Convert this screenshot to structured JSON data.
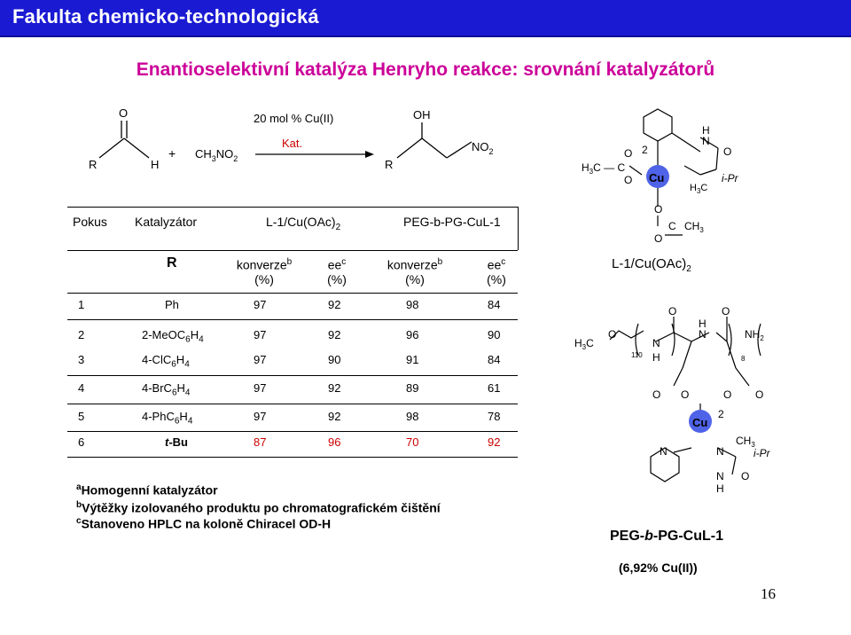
{
  "header": {
    "title": "Fakulta chemicko-technologická"
  },
  "slide": {
    "title": "Enantioselektivní katalýza Henryho reakce: srovnání katalyzátorů",
    "page_number": "16"
  },
  "scheme": {
    "condition_top": "20 mol % Cu(II)",
    "condition_bottom": "Kat.",
    "plus": "+",
    "nitromethane": "CH3NO2",
    "r1": "R",
    "h1": "H",
    "o1": "O",
    "r2": "R",
    "oh2": "OH",
    "no2": "NO2"
  },
  "table": {
    "group_headers": [
      "Pokus",
      "Katalyzátor",
      "L-1/Cu(OAc)2",
      "PEG-b-PG-CuL-1"
    ],
    "col_r": "R",
    "col_headers": [
      {
        "name": "konverze",
        "sup": "b",
        "unit": "(%)"
      },
      {
        "name": "ee",
        "sup": "c",
        "unit": "(%)"
      },
      {
        "name": "konverze",
        "sup": "b",
        "unit": "(%)"
      },
      {
        "name": "ee",
        "sup": "c",
        "unit": "(%)"
      }
    ],
    "rows": [
      {
        "n": "1",
        "r": "Ph",
        "c1": "97",
        "e1": "92",
        "c2": "98",
        "e2": "84"
      },
      {
        "n": "2",
        "r": "2-MeOC6H4",
        "c1": "97",
        "e1": "92",
        "c2": "96",
        "e2": "90"
      },
      {
        "n": "3",
        "r": "4-ClC6H4",
        "c1": "97",
        "e1": "90",
        "c2": "91",
        "e2": "84"
      },
      {
        "n": "4",
        "r": "4-BrC6H4",
        "c1": "97",
        "e1": "92",
        "c2": "89",
        "e2": "61"
      },
      {
        "n": "5",
        "r": "4-PhC6H4",
        "c1": "97",
        "e1": "92",
        "c2": "98",
        "e2": "78"
      },
      {
        "n": "6",
        "r": "t-Bu",
        "c1": "87",
        "e1": "96",
        "c2": "70",
        "e2": "92"
      }
    ],
    "highlight_color": "#cc0000"
  },
  "footnotes": [
    {
      "sup": "a",
      "text": "Homogenní katalyzátor"
    },
    {
      "sup": "b",
      "text": "Výtěžky izolovaného produktu  po chromatografickém čištění"
    },
    {
      "sup": "c",
      "text": "Stanoveno HPLC na koloně Chiracel OD-H"
    }
  ],
  "catalyst1": {
    "label": "L-1/Cu(OAc)2"
  },
  "catalyst2": {
    "label": "PEG-b-PG-CuL-1",
    "loading": "(6,92% Cu(II))",
    "n_peg": "110",
    "n_pg": "8"
  },
  "colors": {
    "header_bg": "#1a1ad3",
    "title": "#cc0099",
    "copper": "#4f63e8"
  }
}
